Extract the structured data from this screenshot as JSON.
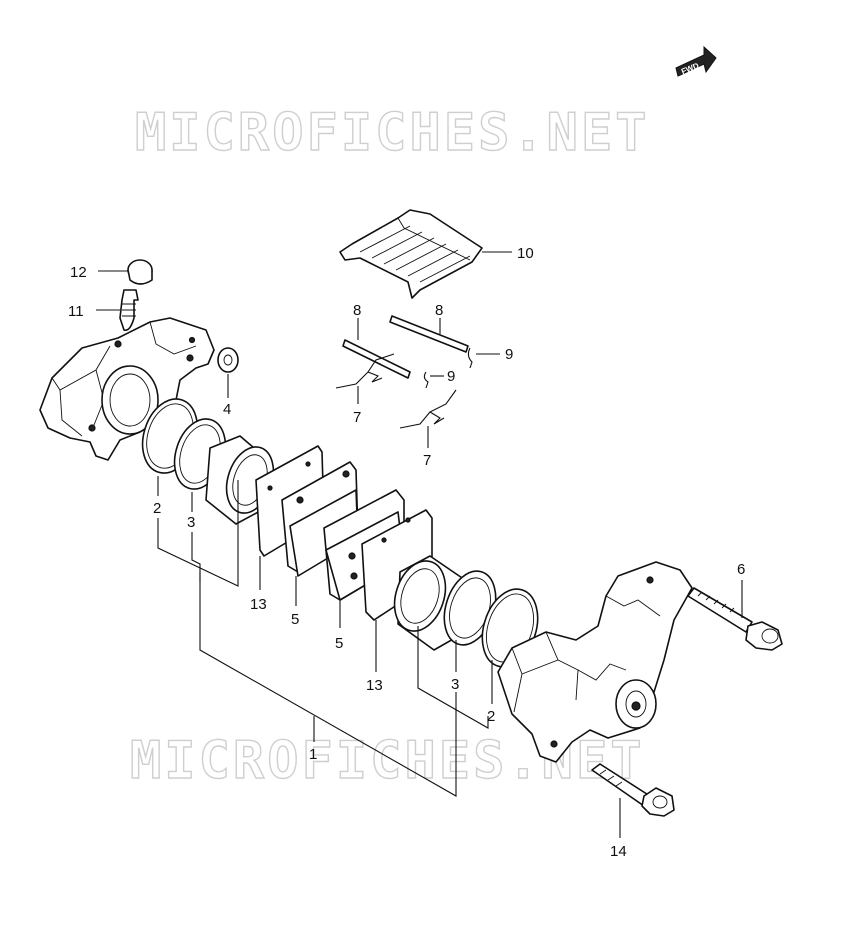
{
  "watermark": {
    "top": "MICROFICHES.NET",
    "bottom": "MICROFICHES.NET"
  },
  "fwd_badge": "FWD",
  "callouts": {
    "c1": "1",
    "c2a": "2",
    "c2b": "2",
    "c3a": "3",
    "c3b": "3",
    "c4": "4",
    "c5a": "5",
    "c5b": "5",
    "c6": "6",
    "c7a": "7",
    "c7b": "7",
    "c8a": "8",
    "c8b": "8",
    "c9a": "9",
    "c9b": "9",
    "c10": "10",
    "c11": "11",
    "c12": "12",
    "c13a": "13",
    "c13b": "13",
    "c14": "14"
  }
}
